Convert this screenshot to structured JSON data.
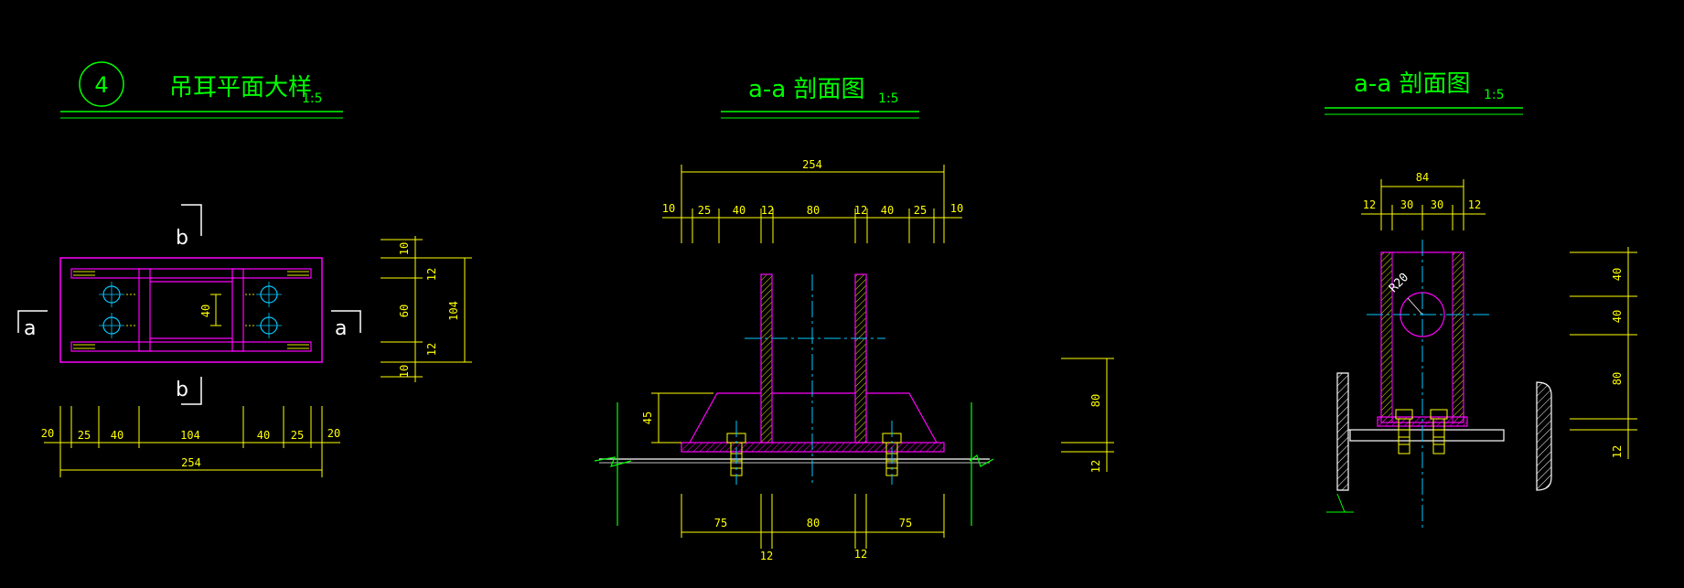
{
  "colors": {
    "background": "#000000",
    "title": "#00ff00",
    "dimension": "#ffff00",
    "steel": "#ff00ff",
    "centerline": "#00c8ff",
    "hatch": "#e0e000",
    "section_mark": "#ffffff"
  },
  "plan_view": {
    "detail_number": "4",
    "title": "吊耳平面大样",
    "scale": "1:5",
    "section_marks": {
      "top": "b",
      "bottom": "b",
      "left": "a",
      "right": "a"
    },
    "dim_right": [
      "10",
      "12",
      "60",
      "12",
      "10"
    ],
    "dim_right_total": "104",
    "dim_inner": "40",
    "dim_bottom": [
      "20",
      "25",
      "40",
      "104",
      "40",
      "25",
      "20"
    ],
    "dim_bottom_total": "254"
  },
  "section_a": {
    "title": "a-a 剖面图",
    "scale": "1:5",
    "dim_total": "254",
    "dim_top": [
      "10",
      "25",
      "40",
      "12",
      "80",
      "12",
      "40",
      "25",
      "10"
    ],
    "dim_height": "45",
    "dim_bottom": [
      "75",
      "80",
      "75"
    ],
    "dim_bottom_small": [
      "12",
      "12"
    ],
    "dim_right": [
      "80",
      "12"
    ]
  },
  "section_b": {
    "title": "a-a 剖面图",
    "scale": "1:5",
    "dim_total": "84",
    "dim_top": [
      "12",
      "30",
      "30",
      "12"
    ],
    "radius": "R20",
    "dim_right": [
      "40",
      "40",
      "80",
      "12"
    ]
  }
}
